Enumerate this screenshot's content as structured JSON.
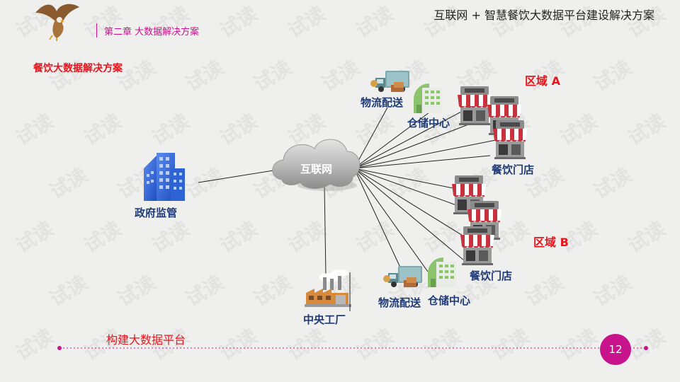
{
  "header": {
    "chapter": "第二章  大数据解决方案",
    "title": "互联网 + 智慧餐饮大数据平台建设解决方案"
  },
  "section_title": "餐饮大数据解决方案",
  "diagram": {
    "cloud_label": "互联网",
    "government": "政府监管",
    "factory": "中央工厂",
    "region_a": {
      "label": "区域 A",
      "logistics": "物流配送",
      "warehouse": "仓储中心",
      "restaurants": "餐饮门店"
    },
    "region_b": {
      "label": "区域 B",
      "logistics": "物流配送",
      "warehouse": "仓储中心",
      "restaurants": "餐饮门店"
    }
  },
  "footer": {
    "text": "构建大数据平台",
    "page_number": "12"
  },
  "watermark": "试读",
  "colors": {
    "accent": "#c8148c",
    "region_red": "#e8141c",
    "label_blue": "#1f3c78",
    "building_blue": "#2e63d6",
    "awning_red": "#c8323c"
  }
}
